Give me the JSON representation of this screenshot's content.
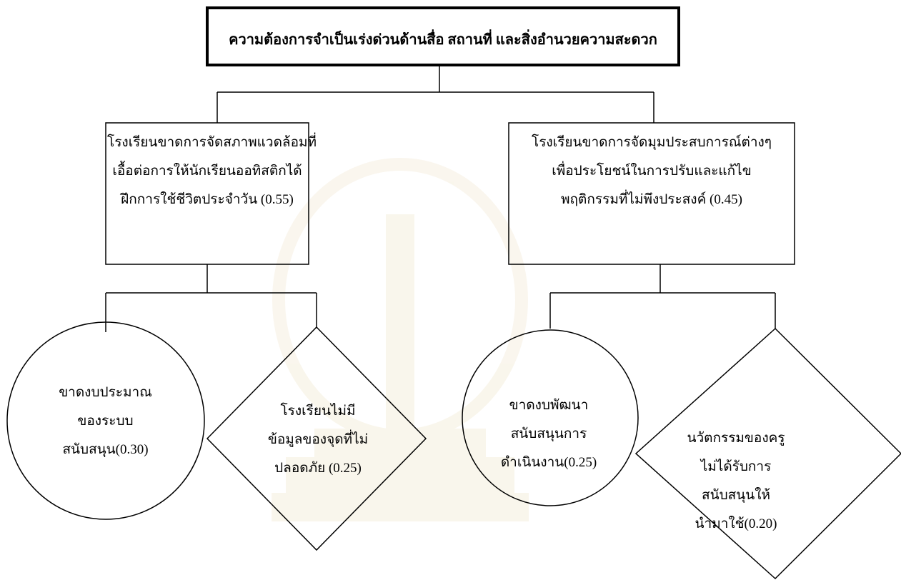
{
  "root": {
    "lines": [
      "ความต้องการจำเป็นเร่งด่วนด้านสื่อ สถานที่ และสิ่งอำนวยความสะดวก"
    ]
  },
  "left": {
    "lines": [
      "โรงเรียนขาดการจัดสภาพแวดล้อมที่",
      "เอื้อต่อการให้นักเรียนออทิสติกได้",
      "ฝึกการใช้ชีวิตประจำวัน (0.55)"
    ]
  },
  "right": {
    "lines": [
      "โรงเรียนขาดการจัดมุมประสบการณ์ต่างๆ",
      "เพื่อประโยชน์ในการปรับและแก้ไข",
      "พฤติกรรมที่ไม่พึงประสงค์ (0.45)"
    ]
  },
  "left_children": [
    {
      "shape": "circle",
      "lines": [
        "ขาดงบประมาณ",
        "ของระบบ",
        "สนับสนุน(0.30)"
      ]
    },
    {
      "shape": "diamond",
      "lines": [
        "โรงเรียนไม่มี",
        "ข้อมูลของจุดที่ไม่",
        "ปลอดภัย (0.25)"
      ]
    }
  ],
  "right_children": [
    {
      "shape": "circle",
      "lines": [
        "ขาดงบพัฒนา",
        "สนับสนุนการ",
        "ดำเนินงาน(0.25)"
      ]
    },
    {
      "shape": "diamond",
      "lines": [
        "นวัตกรรมของครู",
        "ไม่ได้รับการ",
        "สนับสนุนให้",
        "นำมาใช้(0.20)"
      ]
    }
  ]
}
